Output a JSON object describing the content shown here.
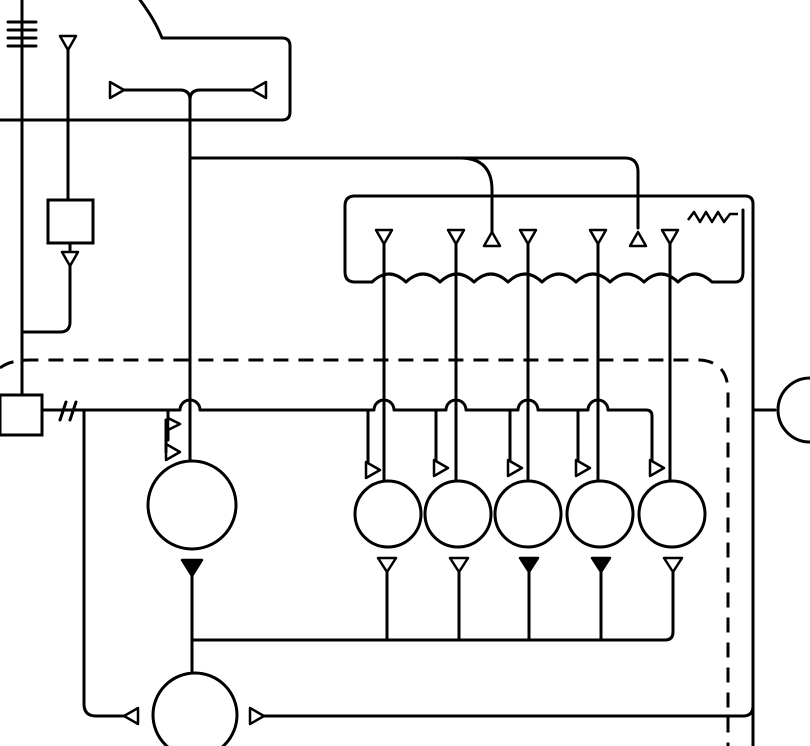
{
  "diagram": {
    "line_color": "#000000",
    "background": "#ffffff",
    "symbols": {
      "open_terminal": "open-triangle",
      "filled_terminal": "filled-triangle",
      "cell": "circle",
      "box": "rectangle",
      "ground": "ground-symbol",
      "resistor": "zigzag",
      "break": "double-slash",
      "boundary": "dashed-line"
    }
  }
}
